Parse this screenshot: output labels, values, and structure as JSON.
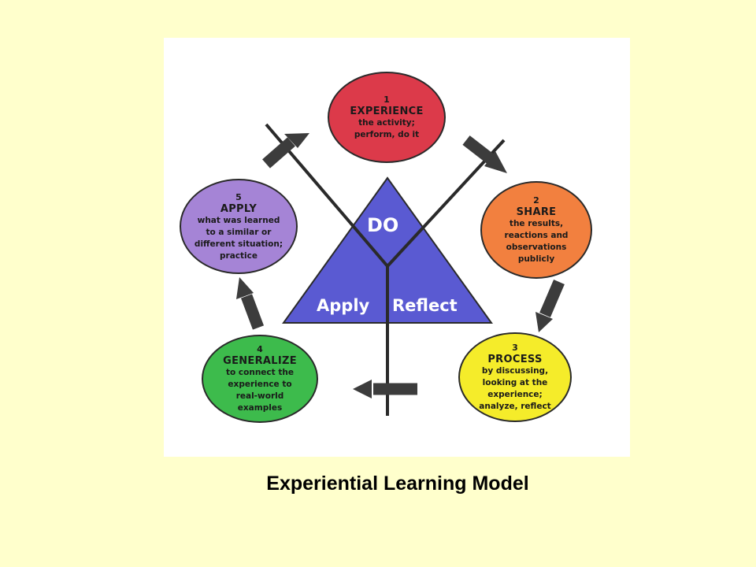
{
  "diagram": {
    "triangle_labels": {
      "top": "DO",
      "left": "Apply",
      "right": "Reflect"
    },
    "stages": [
      {
        "number": "1",
        "name": "EXPERIENCE",
        "description": "the activity;\nperform, do it",
        "color": "#dc3a4a"
      },
      {
        "number": "2",
        "name": "SHARE",
        "description": "the results,\nreactions and\nobservations\npublicly",
        "color": "#f2803f"
      },
      {
        "number": "3",
        "name": "PROCESS",
        "description": "by discussing,\nlooking at the\nexperience;\nanalyze, reflect",
        "color": "#f5ec2a"
      },
      {
        "number": "4",
        "name": "GENERALIZE",
        "description": "to connect the\nexperience to\nreal-world\nexamples",
        "color": "#3dbb4c"
      },
      {
        "number": "5",
        "name": "APPLY",
        "description": "what was learned\nto a similar or\ndifferent situation;\npractice",
        "color": "#a584d6"
      }
    ],
    "colors": {
      "triangle": "#5a5ad2",
      "arrow": "#3c3c3c",
      "line": "#2a2a2a"
    }
  },
  "caption": "Experiential Learning Model"
}
